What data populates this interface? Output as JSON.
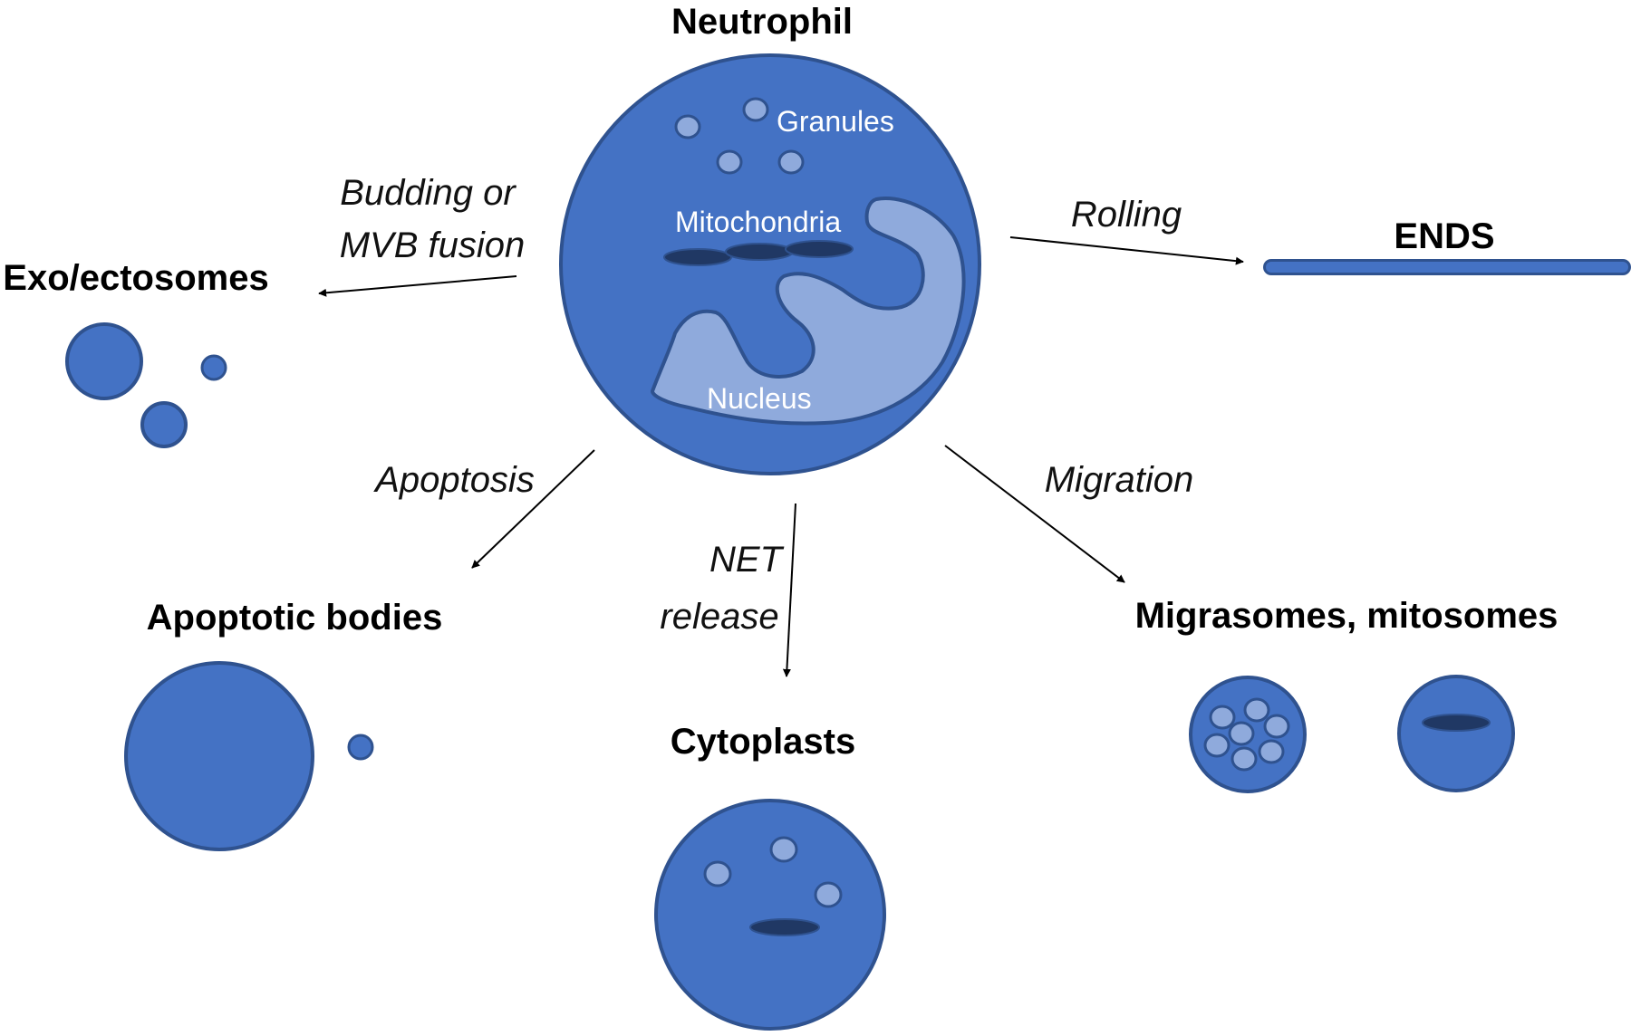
{
  "colors": {
    "cell_fill": "#4472C4",
    "cell_stroke": "#2F528F",
    "granule_fill": "#8FAADC",
    "nucleus_fill": "#8FAADC",
    "mito_fill": "#203864",
    "arrow": "#000000"
  },
  "nodes": {
    "neutrophil": "Neutrophil",
    "granules": "Granules",
    "mitochondria": "Mitochondria",
    "nucleus": "Nucleus",
    "exo": "Exo/ectosomes",
    "ends": "ENDS",
    "apoptotic": "Apoptotic bodies",
    "cytoplasts": "Cytoplasts",
    "migrasomes": "Migrasomes, mitosomes"
  },
  "edges": {
    "budding_line1": "Budding or",
    "budding_line2": "MVB fusion",
    "rolling": "Rolling",
    "apoptosis": "Apoptosis",
    "net_line1": "NET",
    "net_line2": "release",
    "migration": "Migration"
  }
}
